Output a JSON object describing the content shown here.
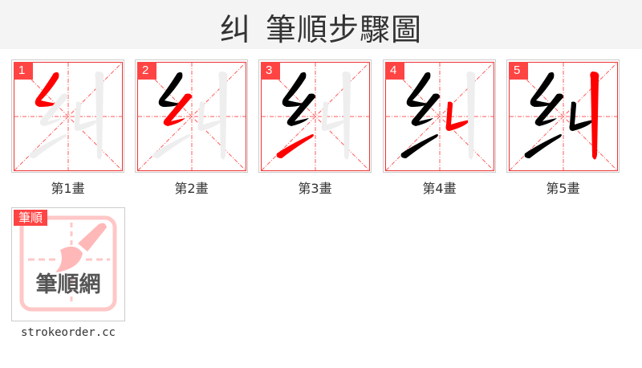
{
  "header": {
    "character": "纠",
    "title": "筆順步驟圖"
  },
  "steps": [
    {
      "number": "1",
      "caption": "第1畫"
    },
    {
      "number": "2",
      "caption": "第2畫"
    },
    {
      "number": "3",
      "caption": "第3畫"
    },
    {
      "number": "4",
      "caption": "第4畫"
    },
    {
      "number": "5",
      "caption": "第5畫"
    }
  ],
  "logo": {
    "badge": "筆順",
    "name": "筆順網",
    "site": "strokeorder.cc"
  },
  "colors": {
    "accent": "#ff4444",
    "grid": "#ff5a5a",
    "ghost": "#eeeeee",
    "done_stroke": "#000000",
    "active_stroke": "#ff0000"
  }
}
